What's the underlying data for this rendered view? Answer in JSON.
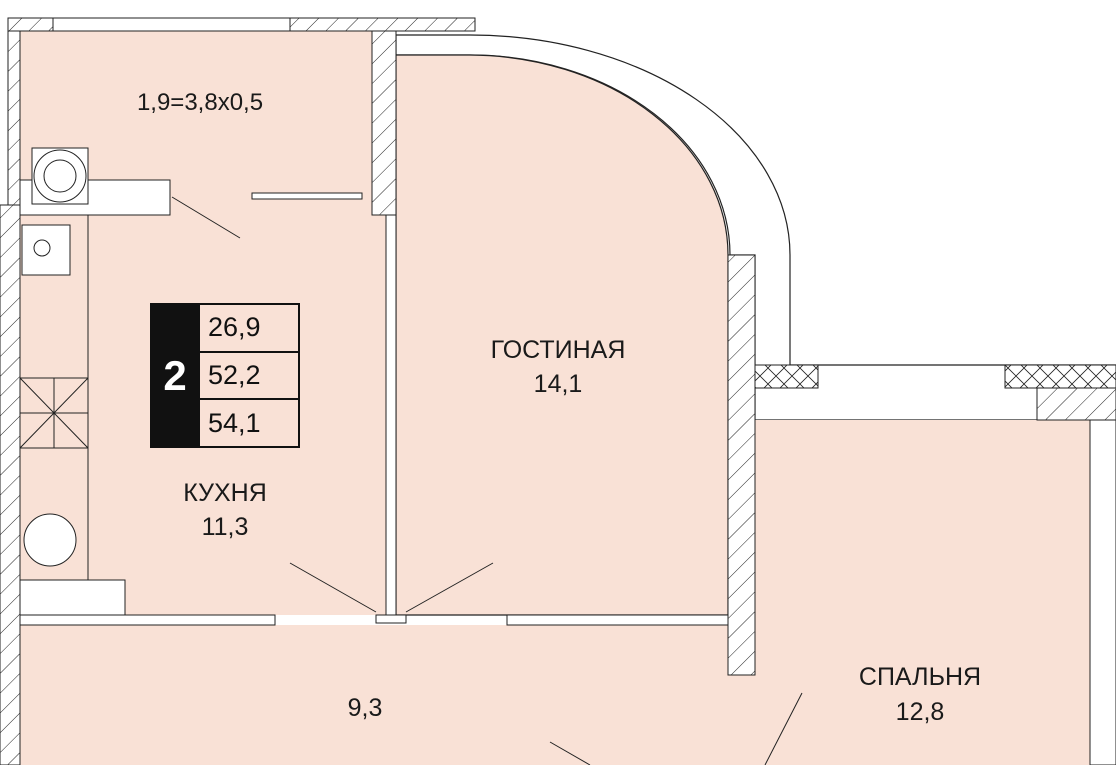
{
  "colors": {
    "room_fill": "#f9e1d6",
    "wall": "#222222",
    "background": "#ffffff"
  },
  "rooms": {
    "balcony": {
      "label": "1,9=3,8x0,5"
    },
    "living": {
      "name": "ГОСТИНАЯ",
      "area": "14,1"
    },
    "kitchen": {
      "name": "КУХНЯ",
      "area": "11,3"
    },
    "hall": {
      "area": "9,3"
    },
    "bedroom": {
      "name": "СПАЛЬНЯ",
      "area": "12,8"
    }
  },
  "legend": {
    "rooms_count": "2",
    "living_area": "26,9",
    "total_area": "52,2",
    "total_area_with_balcony": "54,1"
  }
}
